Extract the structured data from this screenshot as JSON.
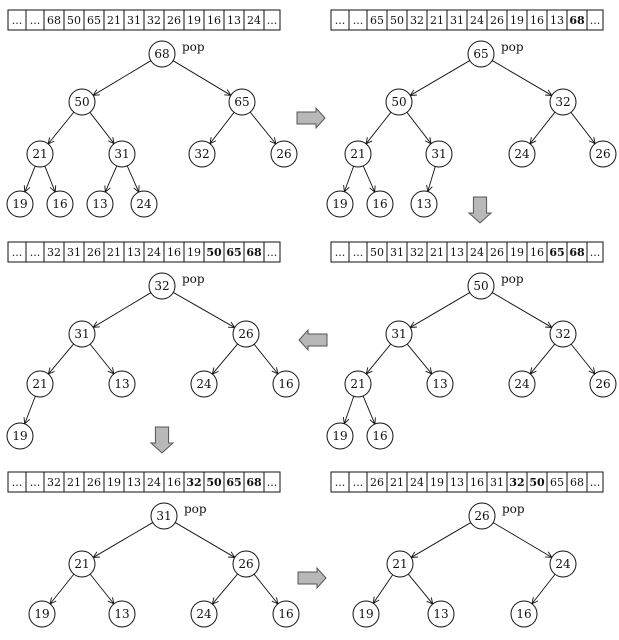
{
  "pop_label": "pop",
  "colors": {
    "arrow_fill": "#b8b8b8",
    "arrow_stroke": "#555555",
    "stroke": "#111111"
  },
  "panels": [
    {
      "array": [
        {
          "t": "..."
        },
        {
          "t": "..."
        },
        {
          "t": "68"
        },
        {
          "t": "50"
        },
        {
          "t": "65"
        },
        {
          "t": "21"
        },
        {
          "t": "31"
        },
        {
          "t": "32"
        },
        {
          "t": "26"
        },
        {
          "t": "19"
        },
        {
          "t": "16"
        },
        {
          "t": "13"
        },
        {
          "t": "24"
        },
        {
          "t": "..."
        }
      ],
      "pop_node": 0,
      "nodes": [
        "68",
        "50",
        "65",
        "21",
        "31",
        "32",
        "26",
        "19",
        "16",
        "13",
        "24"
      ],
      "edges": [
        [
          0,
          1
        ],
        [
          0,
          2
        ],
        [
          1,
          3
        ],
        [
          1,
          4
        ],
        [
          2,
          5
        ],
        [
          2,
          6
        ],
        [
          3,
          7
        ],
        [
          3,
          8
        ],
        [
          4,
          9
        ],
        [
          4,
          10
        ]
      ]
    },
    {
      "array": [
        {
          "t": "..."
        },
        {
          "t": "..."
        },
        {
          "t": "65"
        },
        {
          "t": "50"
        },
        {
          "t": "32"
        },
        {
          "t": "21"
        },
        {
          "t": "31"
        },
        {
          "t": "24"
        },
        {
          "t": "26"
        },
        {
          "t": "19"
        },
        {
          "t": "16"
        },
        {
          "t": "13"
        },
        {
          "t": "68",
          "b": true
        },
        {
          "t": "..."
        }
      ],
      "pop_node": 0,
      "nodes": [
        "65",
        "50",
        "32",
        "21",
        "31",
        "24",
        "26",
        "19",
        "16",
        "13"
      ],
      "edges": [
        [
          0,
          1
        ],
        [
          0,
          2
        ],
        [
          1,
          3
        ],
        [
          1,
          4
        ],
        [
          2,
          5
        ],
        [
          2,
          6
        ],
        [
          3,
          7
        ],
        [
          3,
          8
        ],
        [
          4,
          9
        ]
      ]
    },
    {
      "array": [
        {
          "t": "..."
        },
        {
          "t": "..."
        },
        {
          "t": "32"
        },
        {
          "t": "31"
        },
        {
          "t": "26"
        },
        {
          "t": "21"
        },
        {
          "t": "13"
        },
        {
          "t": "24"
        },
        {
          "t": "16"
        },
        {
          "t": "19"
        },
        {
          "t": "50",
          "b": true
        },
        {
          "t": "65",
          "b": true
        },
        {
          "t": "68",
          "b": true
        },
        {
          "t": "..."
        }
      ],
      "pop_node": 0,
      "nodes": [
        "32",
        "31",
        "26",
        "21",
        "13",
        "24",
        "16",
        "19"
      ],
      "edges": [
        [
          0,
          1
        ],
        [
          0,
          2
        ],
        [
          1,
          3
        ],
        [
          1,
          4
        ],
        [
          2,
          5
        ],
        [
          2,
          6
        ],
        [
          3,
          7
        ]
      ]
    },
    {
      "array": [
        {
          "t": "..."
        },
        {
          "t": "..."
        },
        {
          "t": "50"
        },
        {
          "t": "31"
        },
        {
          "t": "32"
        },
        {
          "t": "21"
        },
        {
          "t": "13"
        },
        {
          "t": "24"
        },
        {
          "t": "26"
        },
        {
          "t": "19"
        },
        {
          "t": "16"
        },
        {
          "t": "65",
          "b": true
        },
        {
          "t": "68",
          "b": true
        },
        {
          "t": "..."
        }
      ],
      "pop_node": 0,
      "nodes": [
        "50",
        "31",
        "32",
        "21",
        "13",
        "24",
        "26",
        "19",
        "16"
      ],
      "edges": [
        [
          0,
          1
        ],
        [
          0,
          2
        ],
        [
          1,
          3
        ],
        [
          1,
          4
        ],
        [
          2,
          5
        ],
        [
          2,
          6
        ],
        [
          3,
          7
        ],
        [
          3,
          8
        ]
      ]
    },
    {
      "array": [
        {
          "t": "..."
        },
        {
          "t": "..."
        },
        {
          "t": "32"
        },
        {
          "t": "21"
        },
        {
          "t": "26"
        },
        {
          "t": "19"
        },
        {
          "t": "13"
        },
        {
          "t": "24"
        },
        {
          "t": "16"
        },
        {
          "t": "32",
          "b": true
        },
        {
          "t": "50",
          "b": true
        },
        {
          "t": "65",
          "b": true
        },
        {
          "t": "68",
          "b": true
        },
        {
          "t": "..."
        }
      ],
      "pop_node": 0,
      "nodes": [
        "31",
        "21",
        "26",
        "19",
        "13",
        "24",
        "16"
      ],
      "edges": [
        [
          0,
          1
        ],
        [
          0,
          2
        ],
        [
          1,
          3
        ],
        [
          1,
          4
        ],
        [
          2,
          5
        ],
        [
          2,
          6
        ]
      ]
    },
    {
      "array": [
        {
          "t": "..."
        },
        {
          "t": "..."
        },
        {
          "t": "26"
        },
        {
          "t": "21"
        },
        {
          "t": "24"
        },
        {
          "t": "19"
        },
        {
          "t": "13"
        },
        {
          "t": "16"
        },
        {
          "t": "31"
        },
        {
          "t": "32",
          "b": true
        },
        {
          "t": "50",
          "b": true
        },
        {
          "t": "65"
        },
        {
          "t": "68"
        },
        {
          "t": "..."
        }
      ],
      "pop_node": 0,
      "nodes": [
        "26",
        "21",
        "24",
        "19",
        "13",
        "16"
      ],
      "edges": [
        [
          0,
          1
        ],
        [
          0,
          2
        ],
        [
          1,
          3
        ],
        [
          1,
          4
        ],
        [
          2,
          5
        ]
      ]
    }
  ],
  "arrows": [
    {
      "dir": "right"
    },
    {
      "dir": "down"
    },
    {
      "dir": "left"
    },
    {
      "dir": "down"
    },
    {
      "dir": "right"
    }
  ]
}
